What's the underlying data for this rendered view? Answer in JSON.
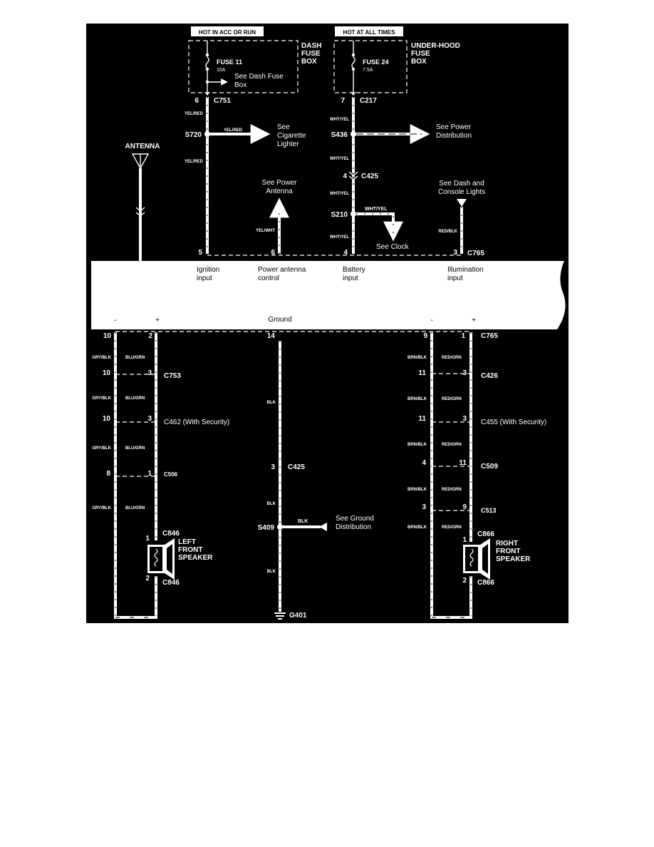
{
  "colors": {
    "background": "#000000",
    "foreground": "#ffffff",
    "page": "#ffffff"
  },
  "power": {
    "acc_label": "HOT IN ACC OR RUN",
    "always_label": "HOT AT ALL TIMES",
    "dash_box": [
      "DASH",
      "FUSE",
      "BOX"
    ],
    "underhood_box": [
      "UNDER-HOOD",
      "FUSE",
      "BOX"
    ],
    "fuse11": {
      "name": "FUSE 11",
      "rating": "10A",
      "see": [
        "See Dash Fuse",
        "Box"
      ]
    },
    "fuse24": {
      "name": "FUSE 24",
      "rating": "7.5A"
    }
  },
  "left_circuit": {
    "pin6": "6",
    "c751": "C751",
    "wire1": "YEL/RED",
    "s720": "S720",
    "s720_wire": "YEL/RED",
    "s720_see": [
      "See",
      "Cigarette",
      "Lighter"
    ],
    "wire2": "YEL/RED"
  },
  "antenna": {
    "label": "ANTENNA"
  },
  "power_antenna": {
    "see": [
      "See Power",
      "Antenna"
    ],
    "wire": "YEL/WHT"
  },
  "battery_circuit": {
    "pin7": "7",
    "c217": "C217",
    "wire1": "WHT/YEL",
    "s436": "S436",
    "s436_see": [
      "See Power",
      "Distribution"
    ],
    "wire2": "WHT/YEL",
    "pin4": "4",
    "c425": "C425",
    "wire3": "WHT/YEL",
    "s210": "S210",
    "s210_wire": "WHT/YEL",
    "clock_see": "See Clock",
    "wire4": "WHT/YEL"
  },
  "illumination": {
    "see": [
      "See Dash and",
      "Console Lights"
    ],
    "wire": "RED/BLK"
  },
  "radio_top": {
    "pins": [
      "5",
      "6",
      "4",
      "3"
    ],
    "connector": "C765",
    "ignition": [
      "Ignition",
      "input"
    ],
    "antenna_ctrl": [
      "Power antenna",
      "control"
    ],
    "battery": [
      "Battery",
      "input"
    ],
    "illum": [
      "Illumination",
      "input"
    ]
  },
  "radio_bottom": {
    "minus": "-",
    "plus": "+",
    "ground": "Ground",
    "pins": [
      "10",
      "2",
      "14",
      "9",
      "1"
    ],
    "connector": "C765"
  },
  "left_speaker": {
    "neg_wire": "GRY/BLK",
    "pos_wire": "BLU/GRN",
    "conn": [
      {
        "neg": "10",
        "pos": "3",
        "name": "C753"
      },
      {
        "neg": "10",
        "pos": "3",
        "name": "C462 (With Security)"
      },
      {
        "neg": "8",
        "pos": "1",
        "name": "C506"
      }
    ],
    "pin1": "1",
    "c846_top": "C846",
    "label": [
      "LEFT",
      "FRONT",
      "SPEAKER"
    ],
    "pin2": "2",
    "c846_bottom": "C846"
  },
  "ground_circuit": {
    "wire": "BLK",
    "pin3": "3",
    "c425": "C425",
    "s409": "S409",
    "s409_wire": "BLK",
    "see": [
      "See Ground",
      "Distribution"
    ],
    "g401": "G401"
  },
  "right_speaker": {
    "neg_wire": "BRN/BLK",
    "pos_wire": "RED/GRN",
    "conn": [
      {
        "neg": "11",
        "pos": "3",
        "name": "C426"
      },
      {
        "neg": "11",
        "pos": "3",
        "name": "C455 (With Security)"
      },
      {
        "neg": "4",
        "pos": "11",
        "name": "C509"
      },
      {
        "neg": "3",
        "pos": "9",
        "name": "C513"
      }
    ],
    "pin1": "1",
    "c866_top": "C866",
    "label": [
      "RIGHT",
      "FRONT",
      "SPEAKER"
    ],
    "pin2": "2",
    "c866_bottom": "C866"
  }
}
